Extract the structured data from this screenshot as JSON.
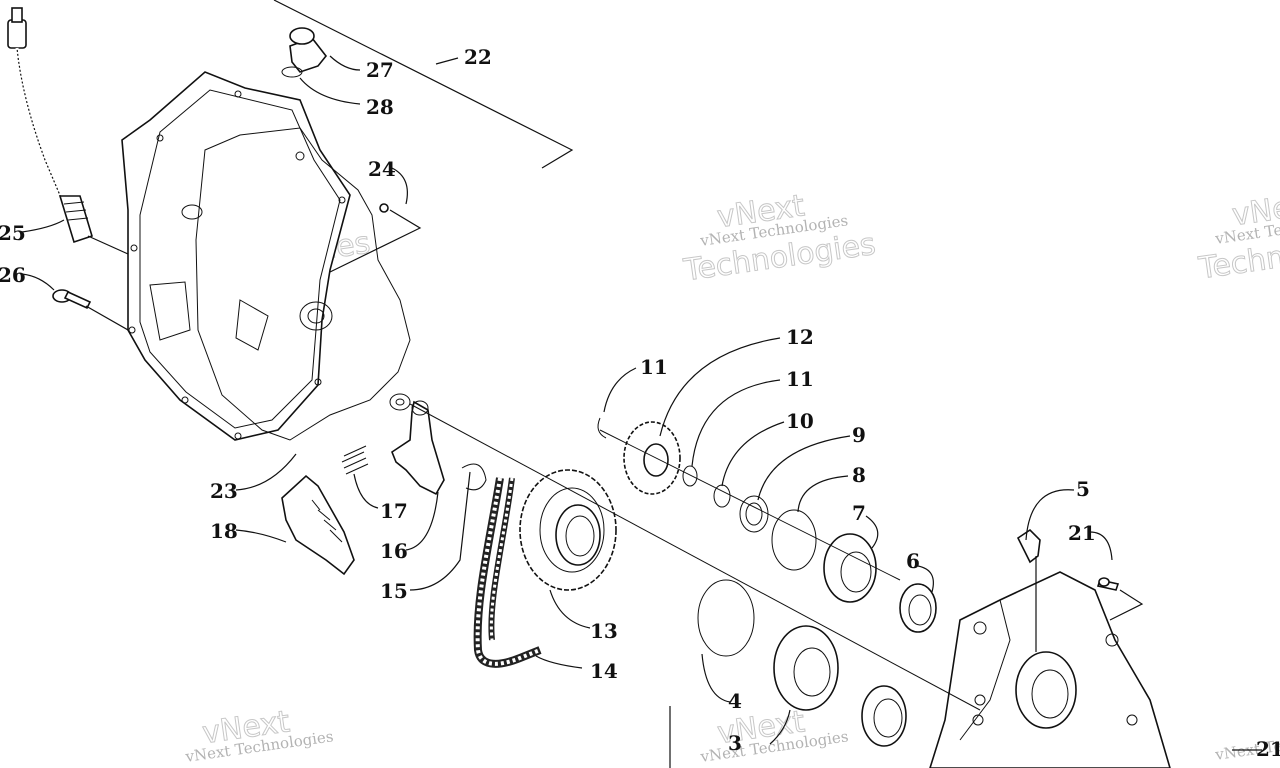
{
  "watermark": {
    "line1": "vNext Technologies",
    "line2": "vNext",
    "line3": "Technologies"
  },
  "callouts": {
    "c27": "27",
    "c28": "28",
    "c22": "22",
    "c24": "24",
    "c25": "25",
    "c26": "26",
    "c23": "23",
    "c18": "18",
    "c17": "17",
    "c16": "16",
    "c15": "15",
    "c11a": "11",
    "c12": "12",
    "c11b": "11",
    "c10": "10",
    "c9": "9",
    "c8": "8",
    "c7": "7",
    "c6": "6",
    "c5": "5",
    "c21a": "21",
    "c13": "13",
    "c14": "14",
    "c4": "4",
    "c3": "3",
    "c21b": "21"
  }
}
